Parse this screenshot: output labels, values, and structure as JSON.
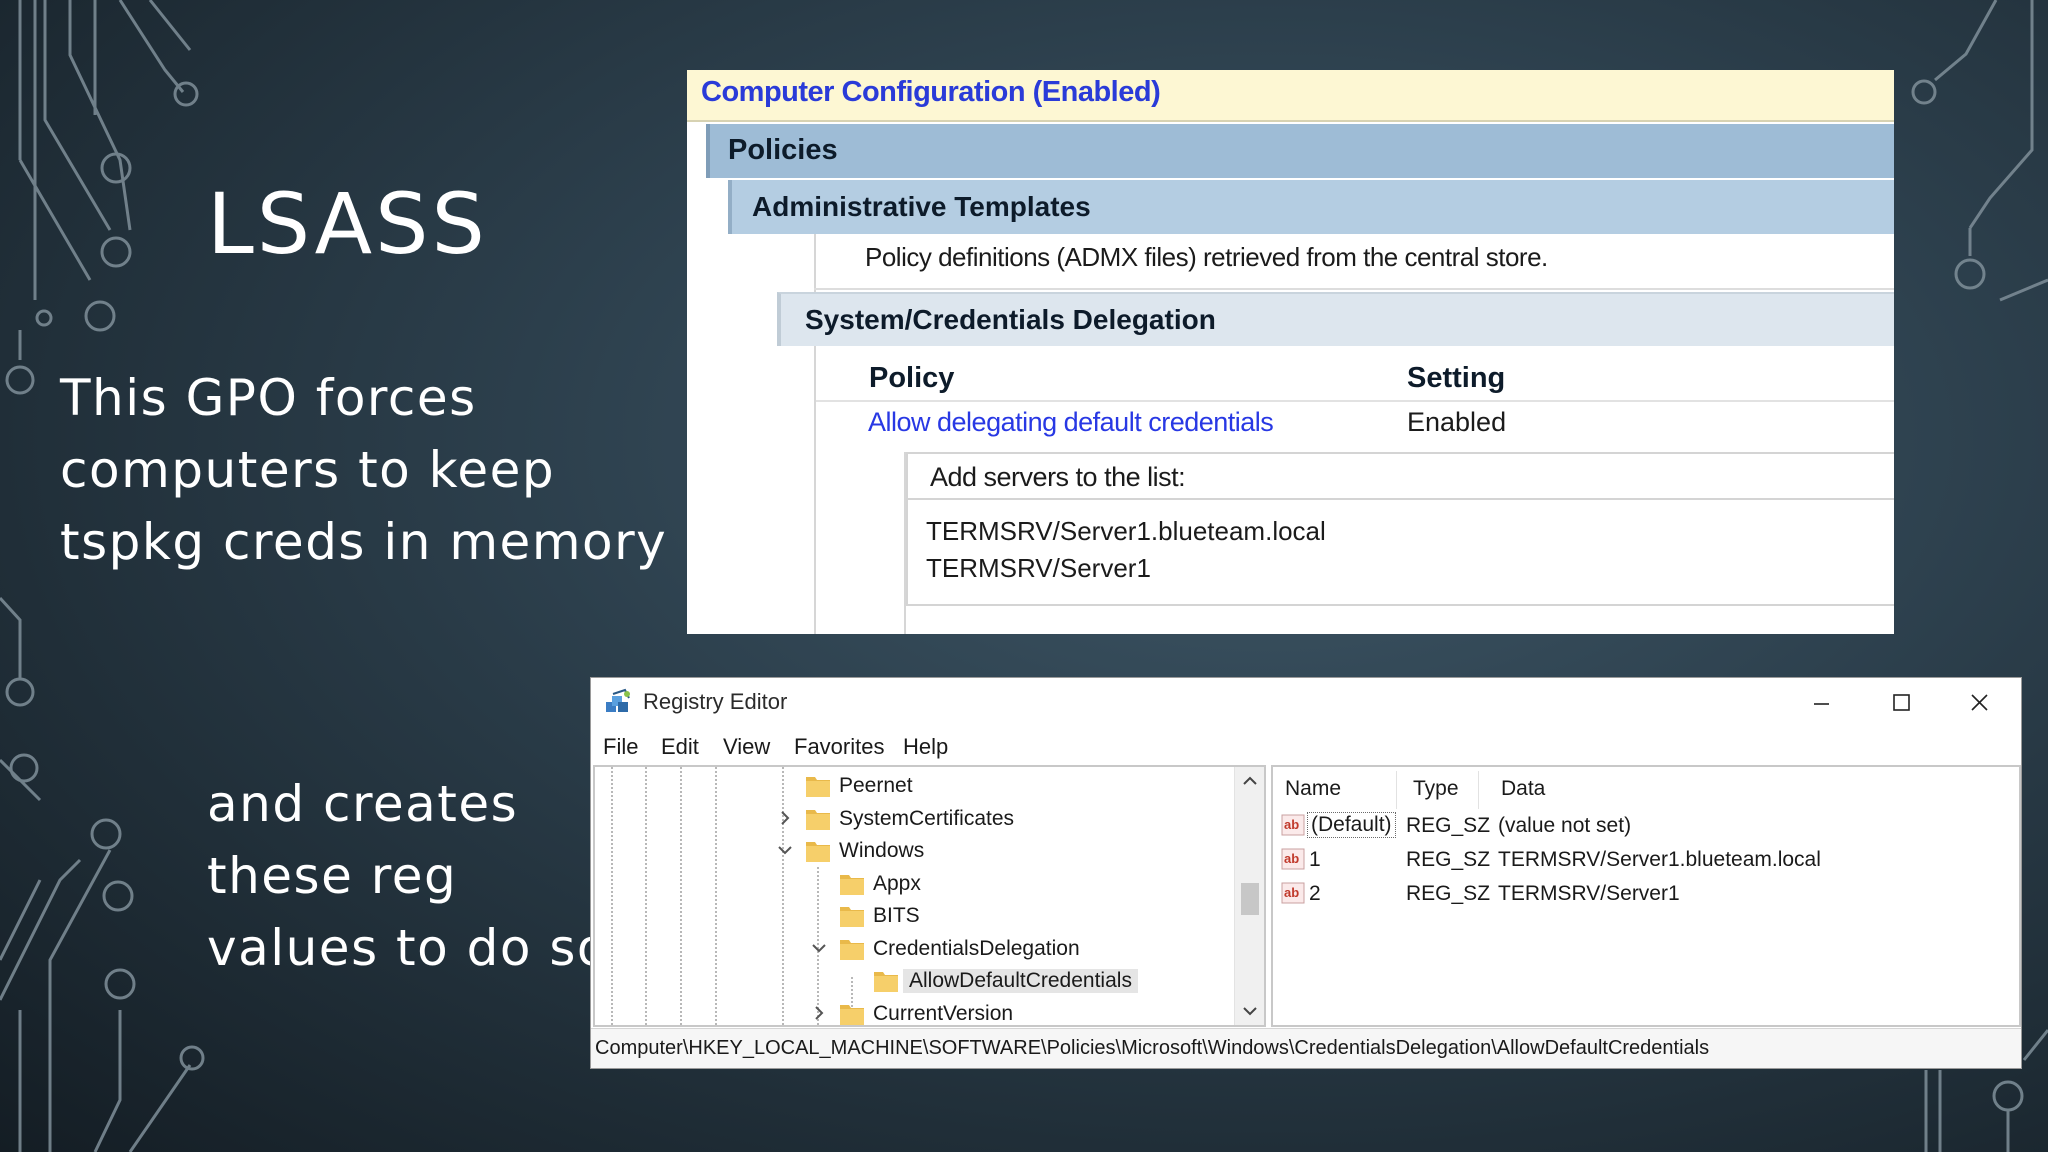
{
  "slide": {
    "title": "LSASS",
    "body1_lines": [
      "This GPO forces",
      "computers to keep",
      "tspkg creds in memory"
    ],
    "body2_lines": [
      "and creates",
      "these reg",
      "values to do so"
    ]
  },
  "gpo_report": {
    "header": "Computer Configuration (Enabled)",
    "policies": "Policies",
    "admin_templates": "Administrative Templates",
    "definitions_note": "Policy definitions (ADMX files) retrieved from the central store.",
    "section": "System/Credentials Delegation",
    "col_policy": "Policy",
    "col_setting": "Setting",
    "policy_name": "Allow delegating default credentials",
    "policy_setting": "Enabled",
    "list_label": "Add servers to the list:",
    "servers": [
      "TERMSRV/Server1.blueteam.local",
      "TERMSRV/Server1"
    ]
  },
  "registry": {
    "window_title": "Registry Editor",
    "menu": [
      "File",
      "Edit",
      "View",
      "Favorites",
      "Help"
    ],
    "tree": [
      {
        "label": "Peernet",
        "expander": "none",
        "selected": false
      },
      {
        "label": "SystemCertificates",
        "expander": "collapsed",
        "selected": false
      },
      {
        "label": "Windows",
        "expander": "expanded",
        "selected": false
      },
      {
        "label": "Appx",
        "expander": "none",
        "selected": false
      },
      {
        "label": "BITS",
        "expander": "none",
        "selected": false
      },
      {
        "label": "CredentialsDelegation",
        "expander": "expanded",
        "selected": false
      },
      {
        "label": "AllowDefaultCredentials",
        "expander": "none",
        "selected": true
      },
      {
        "label": "CurrentVersion",
        "expander": "collapsed",
        "selected": false
      }
    ],
    "columns": [
      "Name",
      "Type",
      "Data"
    ],
    "values": [
      {
        "name": "(Default)",
        "type": "REG_SZ",
        "data": "(value not set)"
      },
      {
        "name": "1",
        "type": "REG_SZ",
        "data": "TERMSRV/Server1.blueteam.local"
      },
      {
        "name": "2",
        "type": "REG_SZ",
        "data": "TERMSRV/Server1"
      }
    ],
    "status_path": "Computer\\HKEY_LOCAL_MACHINE\\SOFTWARE\\Policies\\Microsoft\\Windows\\CredentialsDelegation\\AllowDefaultCredentials"
  },
  "colors": {
    "gpo_link": "#2838e4",
    "gpo_header_bg": "#fdf7d3",
    "policies_bg": "#9ebcd6",
    "folder": "#f6cf6a"
  },
  "icons": {
    "app": "registry-editor-icon",
    "folder": "folder-icon",
    "value": "string-value-icon"
  }
}
